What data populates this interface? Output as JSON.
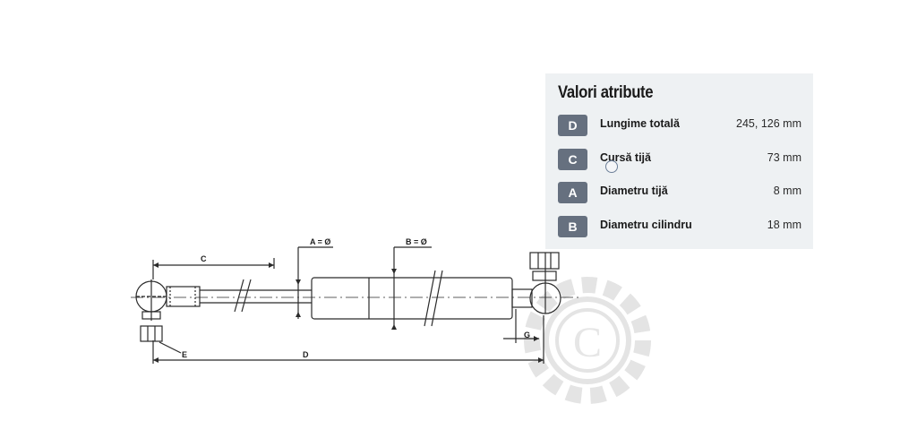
{
  "panel": {
    "title": "Valori atribute",
    "rows": [
      {
        "code": "D",
        "label": "Lungime totală",
        "value": "245, 126 mm"
      },
      {
        "code": "C",
        "label": "Cursă tijă",
        "value": "73 mm"
      },
      {
        "code": "A",
        "label": "Diametru tijă",
        "value": "8 mm"
      },
      {
        "code": "B",
        "label": "Diametru cilindru",
        "value": "18 mm"
      }
    ]
  },
  "diagram": {
    "labels": {
      "c": "C",
      "a": "A = Ø",
      "b": "B = Ø",
      "g": "G",
      "e": "E",
      "d": "D"
    },
    "watermark_letter": "C"
  },
  "colors": {
    "badge": "#66707f",
    "panel_bg": "#eef1f3",
    "line": "#2b2b2b",
    "watermark": "#e4e4e4"
  }
}
